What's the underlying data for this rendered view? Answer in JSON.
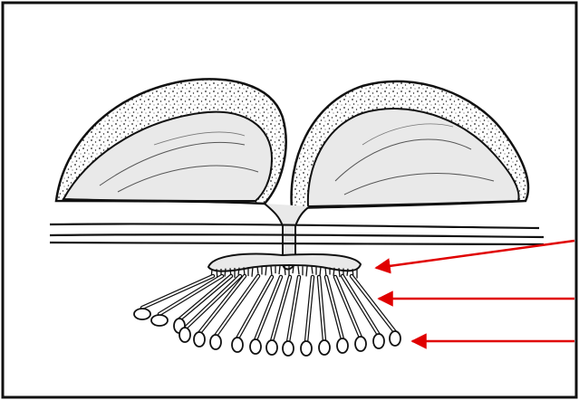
{
  "figure": {
    "arrow_color": "#e00000",
    "stroke_color": "#111111",
    "fill_color": "#e9e9e9",
    "arrows": [
      {
        "target": "hyphae"
      },
      {
        "target": "conidiophores"
      },
      {
        "target": "conidia"
      }
    ]
  }
}
